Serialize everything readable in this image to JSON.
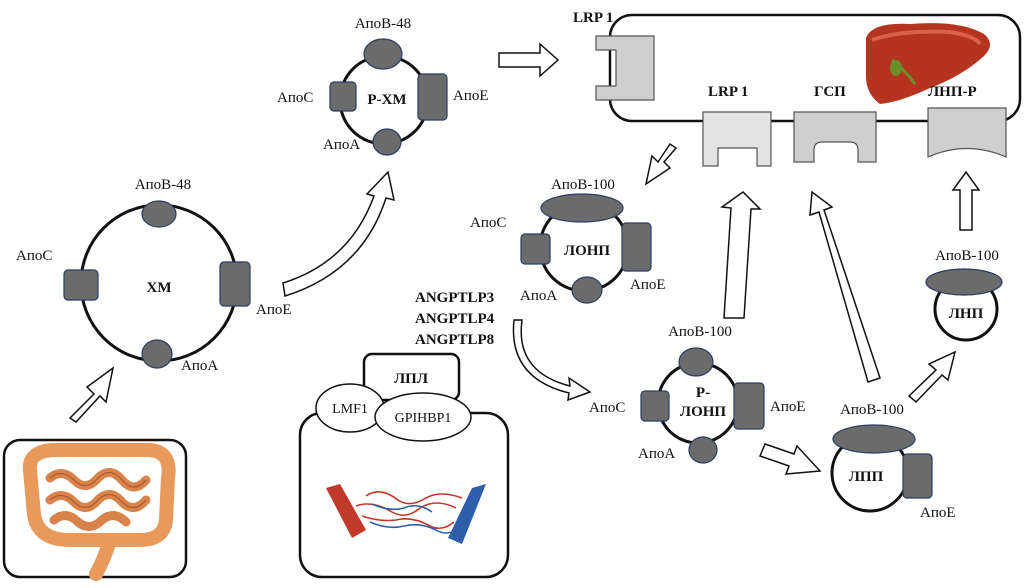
{
  "labels": {
    "apoB48": "АпоВ-48",
    "apoB100": "АпоВ-100",
    "apoC": "АпоС",
    "apoE": "АпоЕ",
    "apoA": "АпоА",
    "xm": "ХМ",
    "rxm": "Р-ХМ",
    "lonp": "ЛОНП",
    "rlonp_1": "Р-",
    "rlonp_2": "ЛОНП",
    "lpp": "ЛПП",
    "lnp": "ЛНП",
    "lrp1": "LRP 1",
    "gsp": "ГСП",
    "lnpr": "ЛНП-Р",
    "angptlp3": "ANGPTLP3",
    "angptlp4": "ANGPTLP4",
    "angptlp8": "ANGPTLP8",
    "lpl": "ЛПЛ",
    "lmf1": "LMF1",
    "gpihbp1": "GPIHBP1"
  },
  "colors": {
    "protein_fill": "#6b6b6b",
    "protein_stroke": "#2a3d66",
    "receptor_fill": "#cfcfcf",
    "receptor_light": "#e3e3e3",
    "liver": "#b5341f",
    "intestine": "#e89a5c",
    "artery": "#c0392b",
    "vein": "#2e5fa8"
  },
  "icons": [
    "intestine-icon",
    "liver-icon",
    "blood-vessel-icon"
  ]
}
